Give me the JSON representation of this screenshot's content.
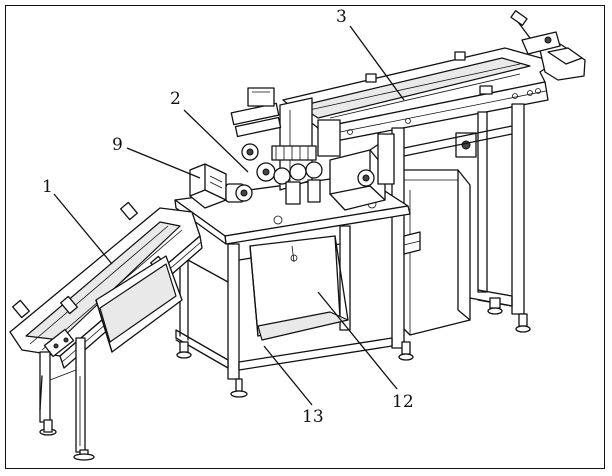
{
  "figure": {
    "callouts": [
      {
        "id": "1",
        "label": "1"
      },
      {
        "id": "2",
        "label": "2"
      },
      {
        "id": "3",
        "label": "3"
      },
      {
        "id": "9",
        "label": "9"
      },
      {
        "id": "12",
        "label": "12"
      },
      {
        "id": "13",
        "label": "13"
      }
    ]
  },
  "colors": {
    "line": "#111111",
    "background": "#ffffff",
    "shade": "#e9e9e9"
  }
}
